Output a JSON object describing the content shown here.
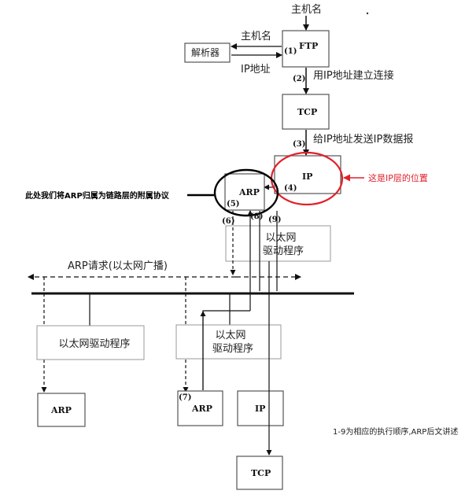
{
  "labels": {
    "hostname_top": "主机名",
    "hostname_left": "主机名",
    "ip_address": "IP地址",
    "resolver": "解析器",
    "ftp": "FTP",
    "tcp_top": "TCP",
    "ip_top": "IP",
    "arp_top": "ARP",
    "eth_driver_top_1": "以太网",
    "eth_driver_top_2": "驱动程序",
    "step1": "(1)",
    "step2": "(2)",
    "step2_text": "用IP地址建立连接",
    "step3": "(3)",
    "step3_text": "给IP地址发送IP数据报",
    "step4": "(4)",
    "step5": "(5)",
    "step6": "(6)",
    "step7": "(7)",
    "step8": "(8)",
    "step9": "(9)",
    "arp_request": "ARP请求(以太网广播)",
    "eth_driver_left": "以太网驱动程序",
    "eth_driver_mid_1": "以太网",
    "eth_driver_mid_2": "驱动程序",
    "arp_left": "ARP",
    "arp_mid": "ARP",
    "ip_mid": "IP",
    "tcp_bottom": "TCP",
    "note_arp": "此处我们将ARP归属为链路层的附属协议",
    "note_ip": "这是IP层的位置",
    "note_order": "1-9为相应的执行顺序,ARP后文讲述"
  },
  "colors": {
    "line": "#111111",
    "box_border": "#888888",
    "annotation_red": "#e0202a",
    "annotation_black": "#000000"
  }
}
